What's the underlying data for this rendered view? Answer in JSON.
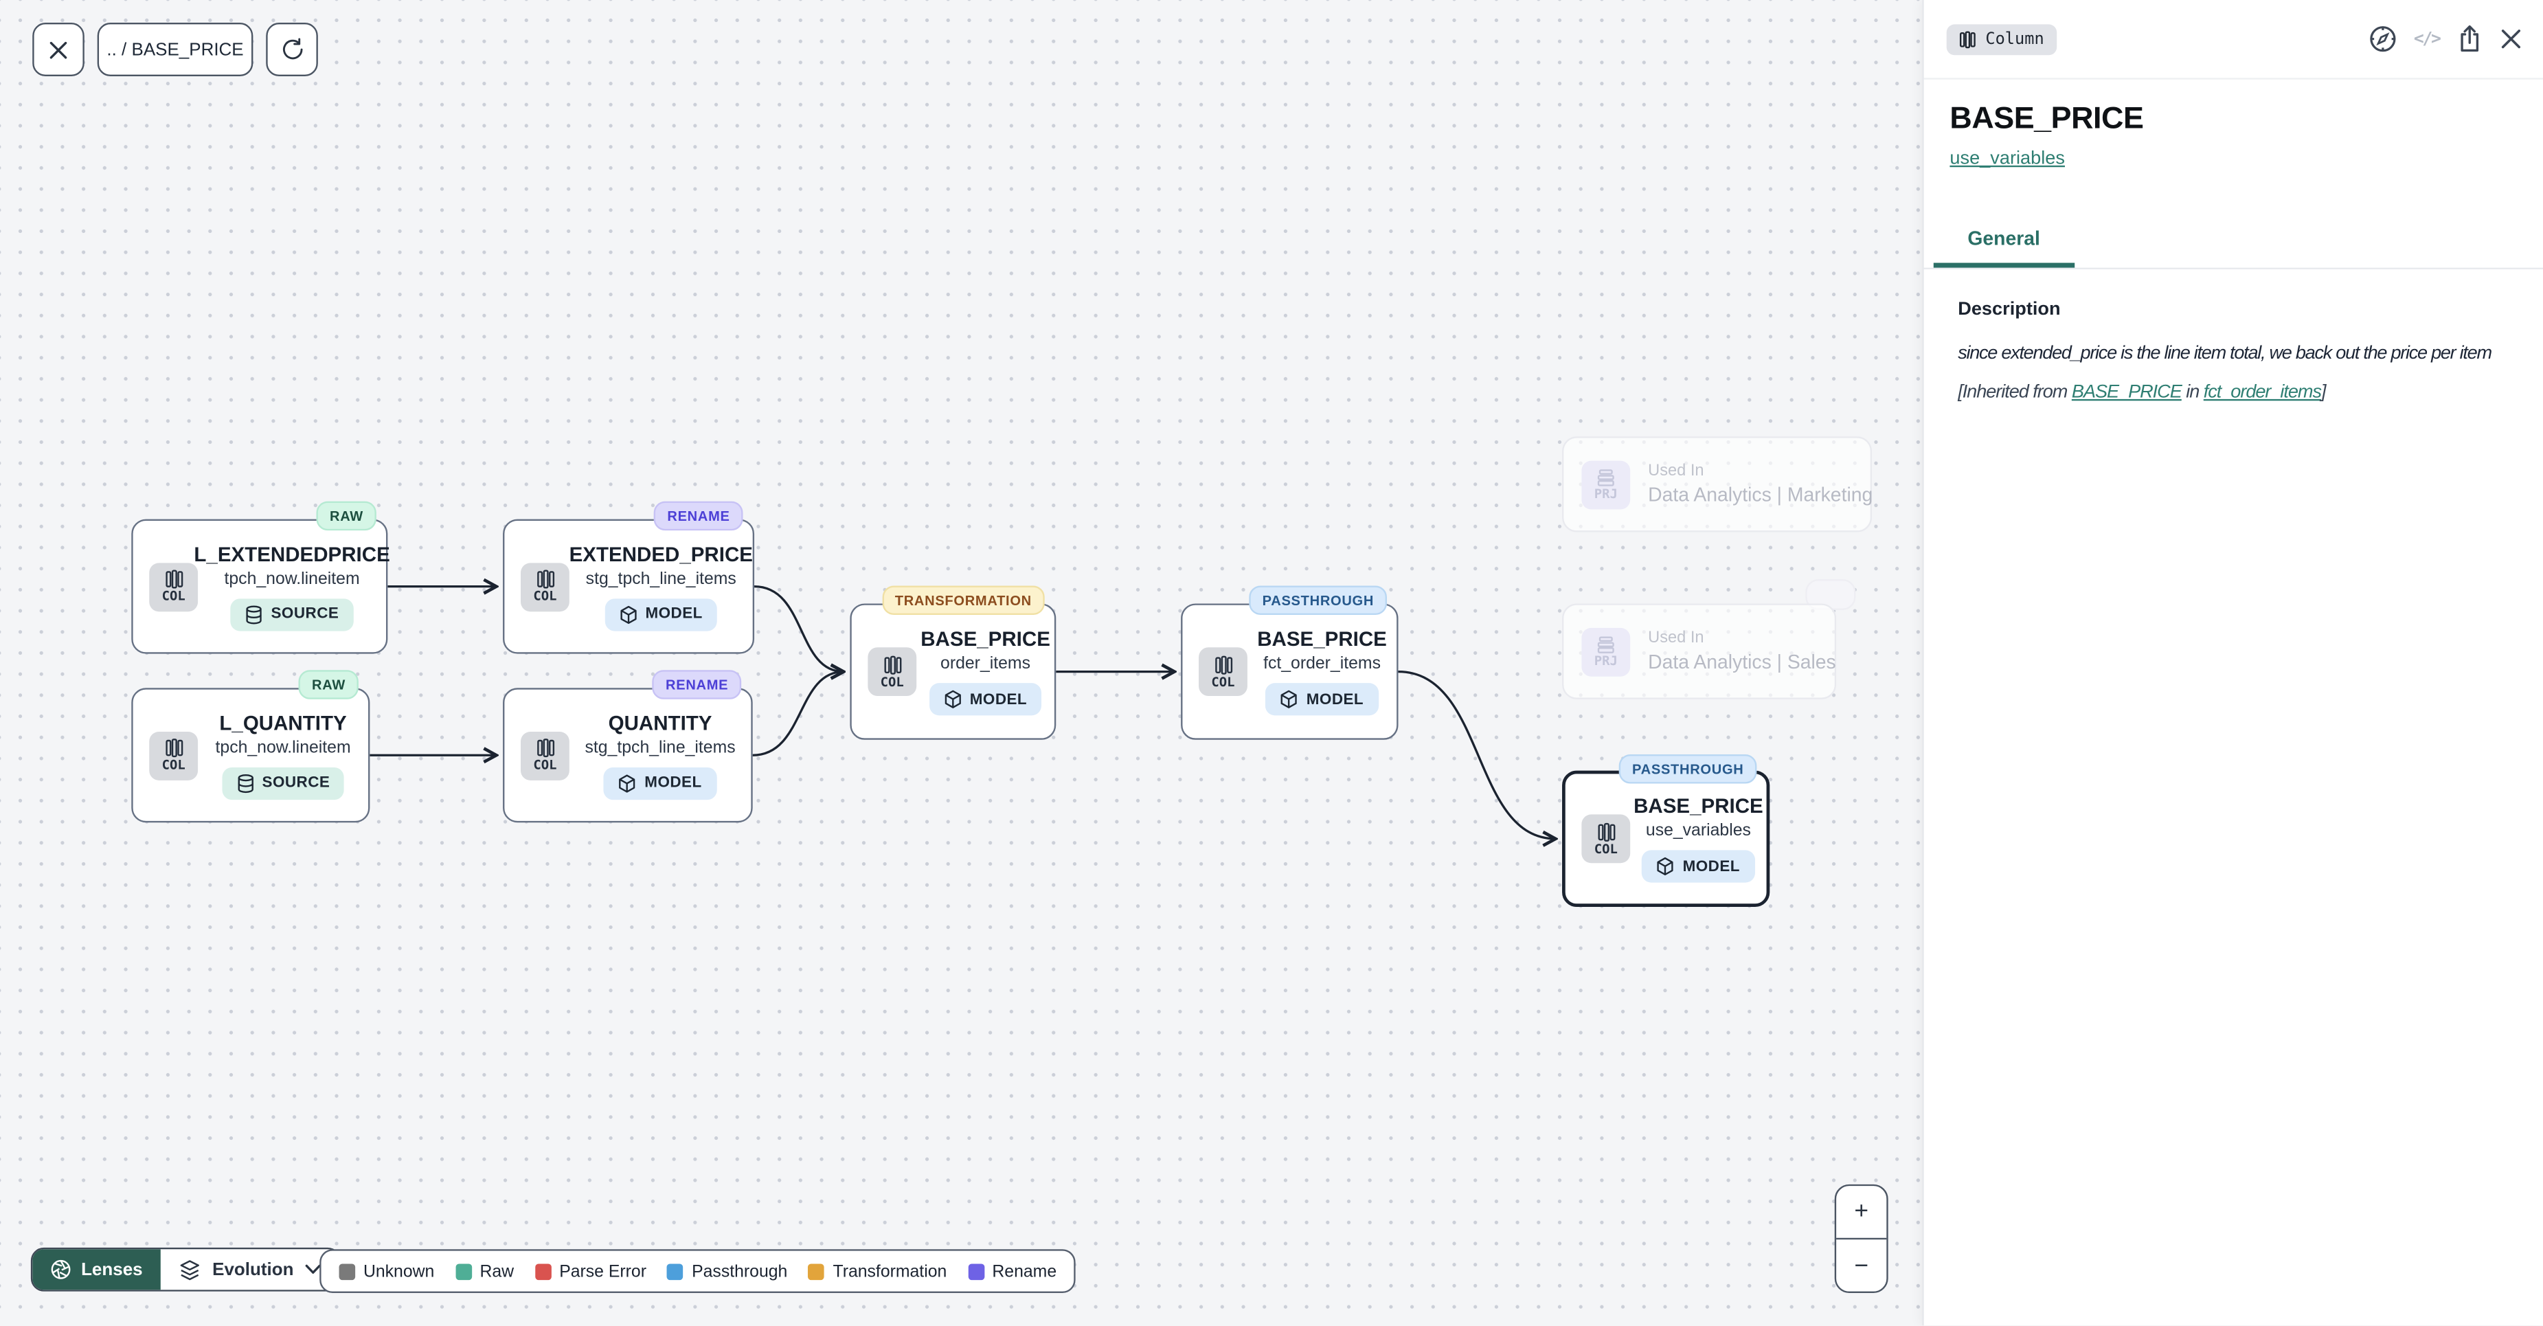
{
  "toolbar": {
    "breadcrumb": ".. / BASE_PRICE"
  },
  "canvas": {
    "nodes": [
      {
        "badge": "RAW",
        "title": "L_EXTENDEDPRICE",
        "subtitle": "tpch_now.lineitem",
        "pill": "SOURCE",
        "kind": "COL"
      },
      {
        "badge": "RAW",
        "title": "L_QUANTITY",
        "subtitle": "tpch_now.lineitem",
        "pill": "SOURCE",
        "kind": "COL"
      },
      {
        "badge": "RENAME",
        "title": "EXTENDED_PRICE",
        "subtitle": "stg_tpch_line_items",
        "pill": "MODEL",
        "kind": "COL"
      },
      {
        "badge": "RENAME",
        "title": "QUANTITY",
        "subtitle": "stg_tpch_line_items",
        "pill": "MODEL",
        "kind": "COL"
      },
      {
        "badge": "TRANSFORMATION",
        "title": "BASE_PRICE",
        "subtitle": "order_items",
        "pill": "MODEL",
        "kind": "COL"
      },
      {
        "badge": "PASSTHROUGH",
        "title": "BASE_PRICE",
        "subtitle": "fct_order_items",
        "pill": "MODEL",
        "kind": "COL"
      },
      {
        "badge": "PASSTHROUGH",
        "title": "BASE_PRICE",
        "subtitle": "use_variables",
        "pill": "MODEL",
        "kind": "COL"
      }
    ],
    "ghost_nodes": [
      {
        "label": "Used In",
        "title": "Data Analytics | Marketing",
        "kind": "PRJ"
      },
      {
        "label": "Used In",
        "title": "Data Analytics | Sales",
        "kind": "PRJ"
      }
    ]
  },
  "lenses": {
    "button_label": "Lenses",
    "selected_lens": "Evolution"
  },
  "legend": {
    "items": [
      {
        "label": "Unknown",
        "color": "#7a7a7a"
      },
      {
        "label": "Raw",
        "color": "#4fae96"
      },
      {
        "label": "Parse Error",
        "color": "#d9534f"
      },
      {
        "label": "Passthrough",
        "color": "#4d9fdb"
      },
      {
        "label": "Transformation",
        "color": "#e2a43b"
      },
      {
        "label": "Rename",
        "color": "#6e62e5"
      }
    ]
  },
  "zoom_controls": {
    "zoom_in": "+",
    "zoom_out": "−"
  },
  "panel": {
    "type_chip": "Column",
    "code_icon_glyph": "</>",
    "title": "BASE_PRICE",
    "model_link": "use_variables",
    "tabs": [
      {
        "label": "General"
      }
    ],
    "description": {
      "heading": "Description",
      "body": "since extended_price is the line item total, we back out the price per item",
      "inherited_prefix": "[Inherited from ",
      "inherited_link_column": "BASE_PRICE",
      "inherited_mid": " in ",
      "inherited_link_model": "fct_order_items",
      "inherited_suffix": "]"
    }
  },
  "colors": {
    "accent_teal": "#2a6f66",
    "link_teal": "#2e7e72",
    "lenses_bg": "#2d5e53",
    "badge_raw_bg": "#d5f6e6",
    "badge_raw_text": "#1d4f3f",
    "badge_rename_bg": "#dcd9fb",
    "badge_rename_text": "#4c3fd6",
    "badge_transformation_bg": "#fcf2cd",
    "badge_transformation_text": "#8c4d1f",
    "badge_passthrough_bg": "#d9eafc",
    "badge_passthrough_text": "#27598c",
    "pill_source_bg": "#d9f0e9",
    "pill_model_bg": "#dcebfa",
    "canvas_bg": "#f4f5f7",
    "edge_color": "#1b2330"
  }
}
